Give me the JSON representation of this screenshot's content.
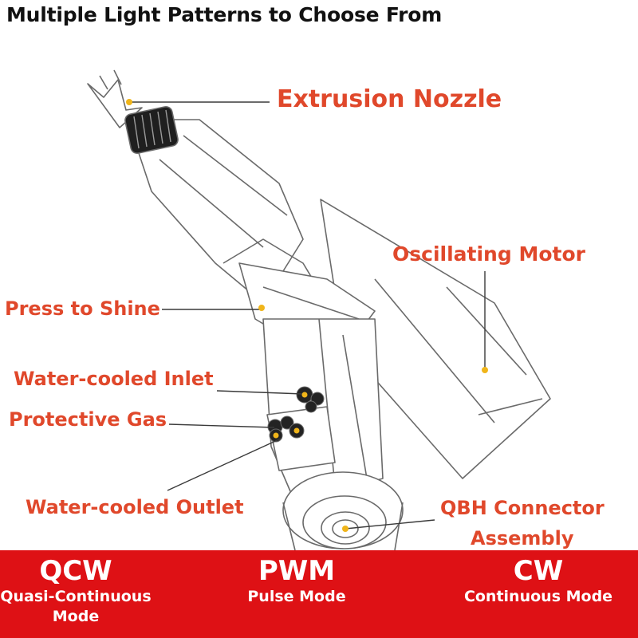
{
  "title": "Multiple Light Patterns to Choose From",
  "colors": {
    "callout_text": "#e0482b",
    "mode_band": "#de1115",
    "dot": "#f0b51a",
    "line_art": "#6a6a6a"
  },
  "callouts": {
    "extrusion_nozzle": "Extrusion Nozzle",
    "oscillating_motor": "Oscillating Motor",
    "press_to_shine": "Press to Shine",
    "water_cooled_inlet": "Water-cooled Inlet",
    "protective_gas": "Protective Gas",
    "water_cooled_outlet": "Water-cooled Outlet",
    "qbh_connector_line1": "QBH Connector",
    "qbh_connector_line2": "Assembly"
  },
  "modes": [
    {
      "abbr": "QCW",
      "desc_line1": "Quasi-Continuous",
      "desc_line2": "Mode"
    },
    {
      "abbr": "PWM",
      "desc_line1": "Pulse Mode",
      "desc_line2": ""
    },
    {
      "abbr": "CW",
      "desc_line1": "Continuous Mode",
      "desc_line2": ""
    }
  ]
}
